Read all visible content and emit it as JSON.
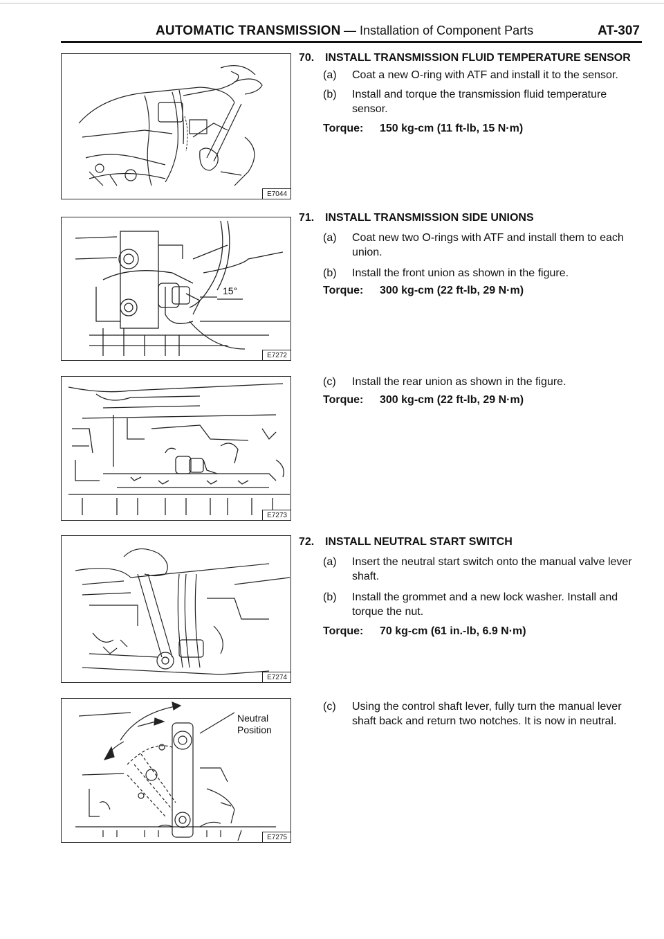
{
  "header": {
    "section": "AUTOMATIC TRANSMISSION",
    "subtitle": "— Installation of Component Parts",
    "page": "AT-307"
  },
  "figures": [
    {
      "code": "E7044"
    },
    {
      "code": "E7272",
      "label": "15°"
    },
    {
      "code": "E7273"
    },
    {
      "code": "E7274"
    },
    {
      "code": "E7275",
      "label_line1": "Neutral",
      "label_line2": "Position"
    }
  ],
  "steps": [
    {
      "number": "70.",
      "title": "INSTALL TRANSMISSION FLUID TEMPERATURE SENSOR",
      "items": [
        {
          "tag": "(a)",
          "text": "Coat a new O-ring with ATF and install it to the sensor."
        },
        {
          "tag": "(b)",
          "text": "Install and torque the transmission fluid temperature sensor."
        }
      ],
      "torque_label": "Torque:",
      "torque_value": "150 kg-cm (11 ft-lb, 15 N·m)"
    },
    {
      "number": "71.",
      "title": "INSTALL TRANSMISSION SIDE UNIONS",
      "items": [
        {
          "tag": "(a)",
          "text": "Coat new two O-rings with ATF and install them to each union."
        },
        {
          "tag": "(b)",
          "text": "Install the front union as shown in the figure."
        },
        {
          "tag": "(c)",
          "text": "Install the rear union as shown in the figure."
        }
      ],
      "torque_label": "Torque:",
      "torque_value": "300 kg-cm (22 ft-lb, 29 N·m)",
      "torque_label_2": "Torque:",
      "torque_value_2": "300 kg-cm (22 ft-lb, 29 N·m)"
    },
    {
      "number": "72.",
      "title": "INSTALL NEUTRAL START SWITCH",
      "items": [
        {
          "tag": "(a)",
          "text": "Insert the neutral start switch onto the manual valve lever shaft."
        },
        {
          "tag": "(b)",
          "text": "Install the grommet and a new lock washer. Install and torque the nut."
        },
        {
          "tag": "(c)",
          "text": "Using the control shaft lever, fully turn the manual lever shaft back and return two notches. It is now in neutral."
        }
      ],
      "torque_label": "Torque:",
      "torque_value": "70 kg-cm (61 in.-lb, 6.9 N·m)"
    }
  ]
}
